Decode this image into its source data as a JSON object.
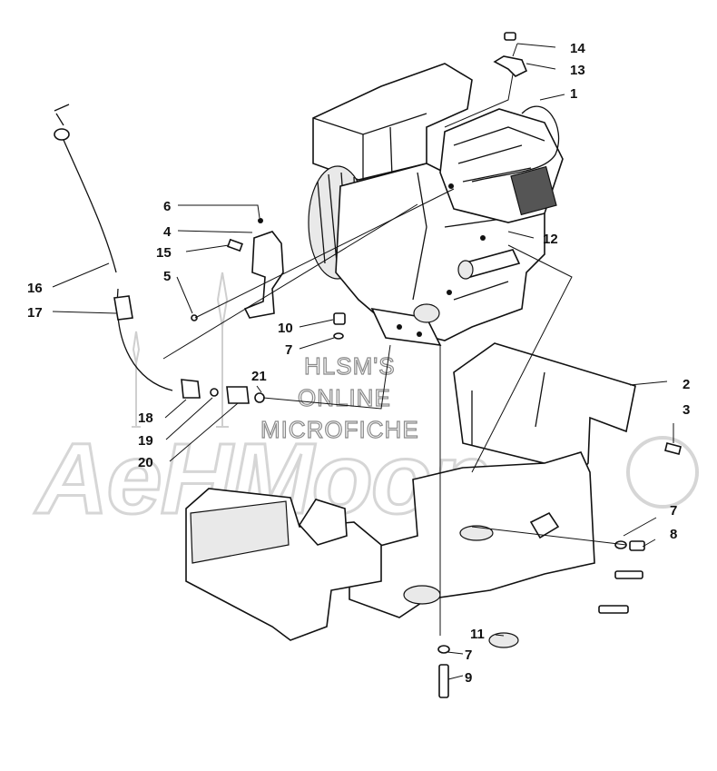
{
  "watermark": {
    "brand": "AeHMoon",
    "line1": "HLSM'S",
    "line2": "ONLINE",
    "line3": "MICROFICHE"
  },
  "callouts": [
    {
      "id": "c14",
      "label": "14"
    },
    {
      "id": "c13",
      "label": "13"
    },
    {
      "id": "c1",
      "label": "1"
    },
    {
      "id": "c6",
      "label": "6"
    },
    {
      "id": "c4",
      "label": "4"
    },
    {
      "id": "c15",
      "label": "15"
    },
    {
      "id": "c5",
      "label": "5"
    },
    {
      "id": "c12",
      "label": "12"
    },
    {
      "id": "c16",
      "label": "16"
    },
    {
      "id": "c17",
      "label": "17"
    },
    {
      "id": "c10",
      "label": "10"
    },
    {
      "id": "c7a",
      "label": "7"
    },
    {
      "id": "c21",
      "label": "21"
    },
    {
      "id": "c2",
      "label": "2"
    },
    {
      "id": "c3",
      "label": "3"
    },
    {
      "id": "c18",
      "label": "18"
    },
    {
      "id": "c19",
      "label": "19"
    },
    {
      "id": "c20",
      "label": "20"
    },
    {
      "id": "c7b",
      "label": "7"
    },
    {
      "id": "c8",
      "label": "8"
    },
    {
      "id": "c11",
      "label": "11"
    },
    {
      "id": "c7c",
      "label": "7"
    },
    {
      "id": "c9",
      "label": "9"
    }
  ]
}
